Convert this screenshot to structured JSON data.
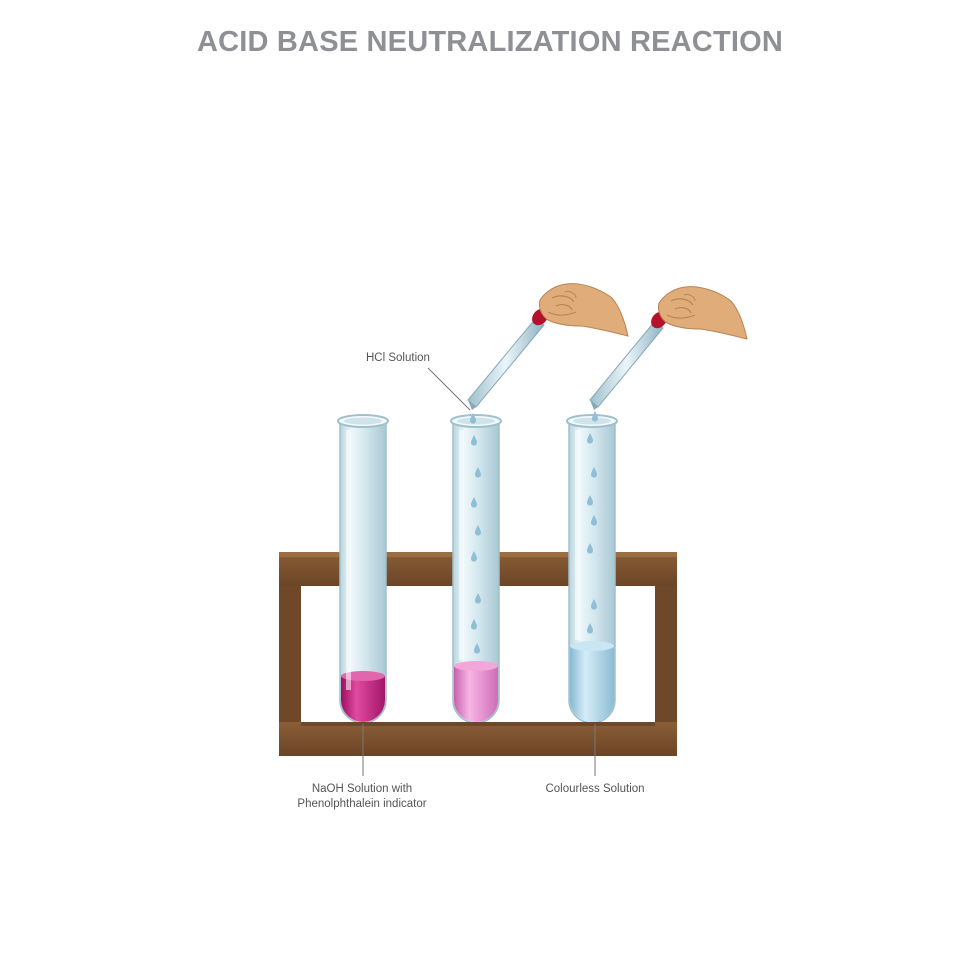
{
  "title": "ACID BASE NEUTRALIZATION REACTION",
  "labels": {
    "hcl": "HCl  Solution",
    "naoh_line1": "NaOH Solution with",
    "naoh_line2": "Phenolphthalein indicator",
    "colourless": "Colourless Solution"
  },
  "colors": {
    "rack_wood": "#7a5230",
    "rack_dark": "#5e3e22",
    "glass": "#dfeef3",
    "glass_edge": "#aac8d3",
    "naoh_magenta": "#c2207e",
    "mid_pink": "#e884cb",
    "colourless_blue": "#a9d3e6",
    "dropper_bulb": "#b3122a",
    "hand_skin": "#e0ad7a",
    "title_gray": "#8e9093"
  },
  "icons": [
    "hand-icon",
    "dropper-icon",
    "test-tube-icon",
    "droplet-icon"
  ]
}
